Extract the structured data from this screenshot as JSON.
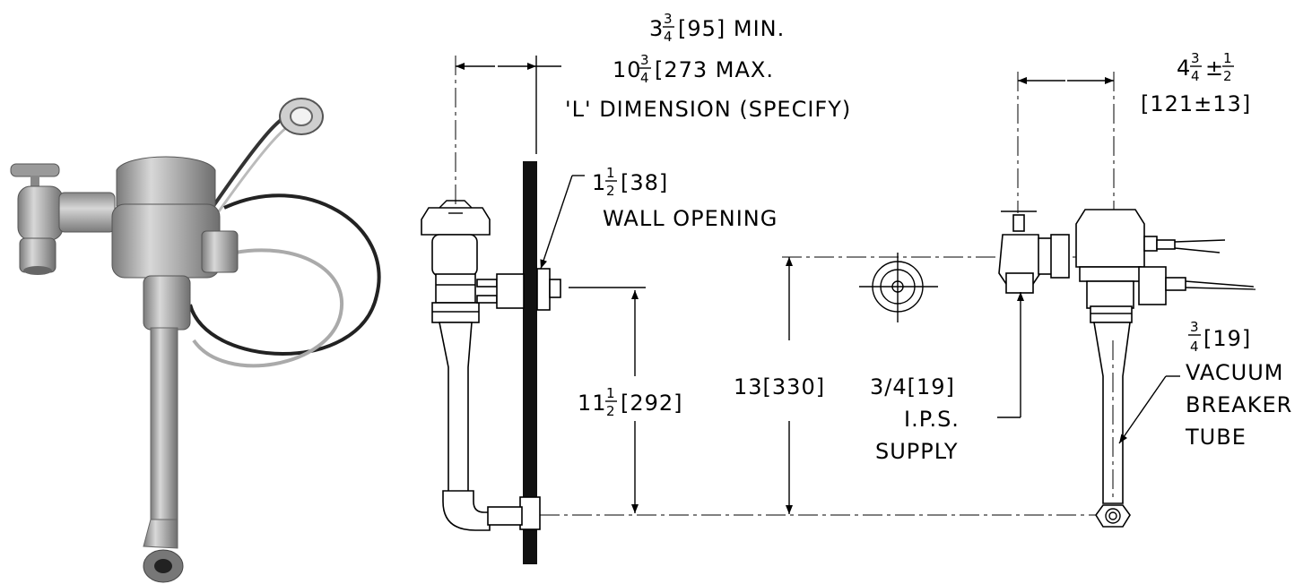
{
  "dimensions": {
    "l_dim": {
      "whole": "3",
      "num": "3",
      "den": "4",
      "rest": "[95] MIN."
    },
    "l_max": {
      "whole": "10",
      "num": "3",
      "den": "4",
      "rest": "[273 MAX."
    },
    "l_spec": "'L' DIMENSION (SPECIFY)",
    "offset": {
      "whole": "4",
      "num": "3",
      "den": "4",
      "pm": "±",
      "num2": "1",
      "den2": "2",
      "metric": "[121±13]"
    },
    "wall_opening": {
      "whole": "1",
      "num": "1",
      "den": "2",
      "rest": "[38]",
      "label": "WALL OPENING"
    },
    "height_sensor": {
      "whole": "11",
      "num": "1",
      "den": "2",
      "rest": "[292]"
    },
    "height_supply": "13[330]",
    "supply": {
      "size": "3/4[19]",
      "line2": "I.P.S.",
      "line3": "SUPPLY"
    },
    "vacuum": {
      "num": "3",
      "den": "4",
      "rest": "[19]",
      "line2": "VACUUM",
      "line3": "BREAKER",
      "line4": "TUBE"
    }
  },
  "colors": {
    "line": "#000000",
    "wall": "#111111",
    "photo_metal": "#a8a8a8"
  }
}
